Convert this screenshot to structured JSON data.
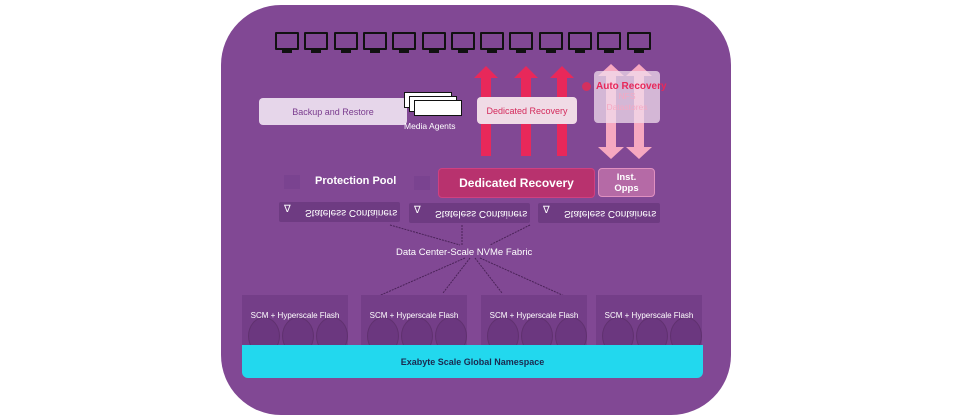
{
  "diagram": {
    "monitor_count": 13,
    "backup_restore": "Backup and Restore",
    "media_agents": "Media Agents",
    "dedicated_recovery_top": "Dedicated Recovery",
    "auto_recovery": "Auto Recovery",
    "nfs_datastores": "NFS\nDatastores",
    "protection_pool": "Protection Pool",
    "dedicated_recovery_main": "Dedicated Recovery",
    "inst_opps": "Inst.\nOpps",
    "stateless_containers": [
      "Stateless Containers",
      "Stateless Containers",
      "Stateless Containers"
    ],
    "fabric": "Data Center-Scale NVMe Fabric",
    "storage_nodes": [
      "SCM + Hyperscale Flash",
      "SCM + Hyperscale Flash",
      "SCM + Hyperscale Flash",
      "SCM + Hyperscale Flash"
    ],
    "namespace": "Exabyte Scale Global Namespace",
    "colors": {
      "panel": "#814894",
      "arrow": "#e8285a",
      "light_arrow": "#f6a8c0",
      "namespace": "#22d8ee"
    }
  }
}
